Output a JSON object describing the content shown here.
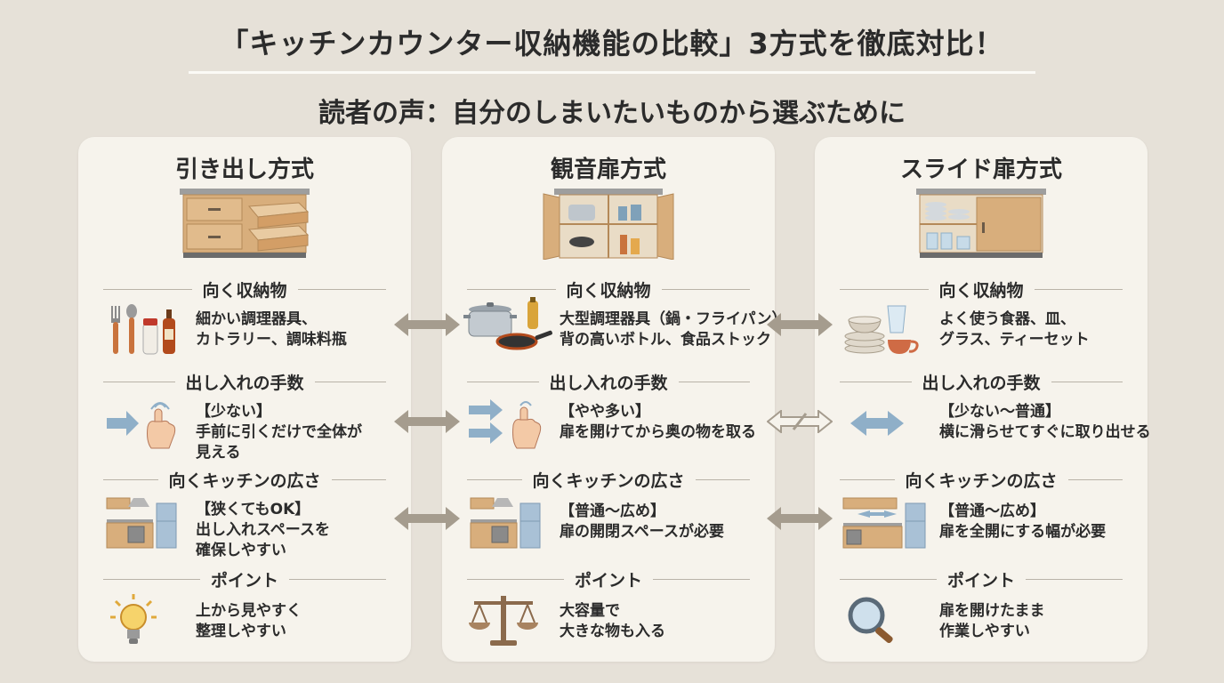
{
  "title": "「キッチンカウンター収納機能の比較」3方式を徹底対比！",
  "subtitle": "読者の声：自分のしまいたいものから選ぶために",
  "section_labels": {
    "items": "向く収納物",
    "effort": "出し入れの手数",
    "space": "向くキッチンの広さ",
    "point": "ポイント"
  },
  "panels": [
    {
      "name": "引き出し方式",
      "items": [
        "細かい調理器具、",
        "カトラリー、調味料瓶"
      ],
      "effort": [
        "【少ない】",
        "手前に引くだけで全体が",
        "見える"
      ],
      "space": [
        "【狭くてもOK】",
        "出し入れスペースを",
        "確保しやすい"
      ],
      "point": [
        "上から見やすく",
        "整理しやすい"
      ],
      "icons": {
        "items": "utensils-icon",
        "effort": "hand-pull-icon",
        "space": "kitchen-icon",
        "point": "lightbulb-icon"
      }
    },
    {
      "name": "観音扉方式",
      "items": [
        "大型調理器具（鍋・フライパン）、",
        "背の高いボトル、食品ストック"
      ],
      "effort": [
        "【やや多い】",
        "扉を開けてから奥の物を取る"
      ],
      "space": [
        "【普通〜広め】",
        "扉の開閉スペースが必要"
      ],
      "point": [
        "大容量で",
        "大きな物も入る"
      ],
      "icons": {
        "items": "pot-pan-icon",
        "effort": "hand-double-arrow-icon",
        "space": "kitchen-icon",
        "point": "scale-icon"
      }
    },
    {
      "name": "スライド扉方式",
      "items": [
        "よく使う食器、皿、",
        "グラス、ティーセット"
      ],
      "effort": [
        "【少ない〜普通】",
        "横に滑らせてすぐに取り出せる"
      ],
      "space": [
        "【普通〜広め】",
        "扉を全開にする幅が必要"
      ],
      "point": [
        "扉を開けたまま",
        "作業しやすい"
      ],
      "icons": {
        "items": "dishes-icon",
        "effort": "double-arrow-icon",
        "space": "kitchen-slide-icon",
        "point": "magnifier-icon"
      }
    }
  ],
  "colors": {
    "background": "#e6e1d8",
    "panel": "#f6f3ec",
    "wood": "#d8ae7c",
    "connector": "#a59c8e",
    "arrow_blue": "#8fafc8"
  }
}
